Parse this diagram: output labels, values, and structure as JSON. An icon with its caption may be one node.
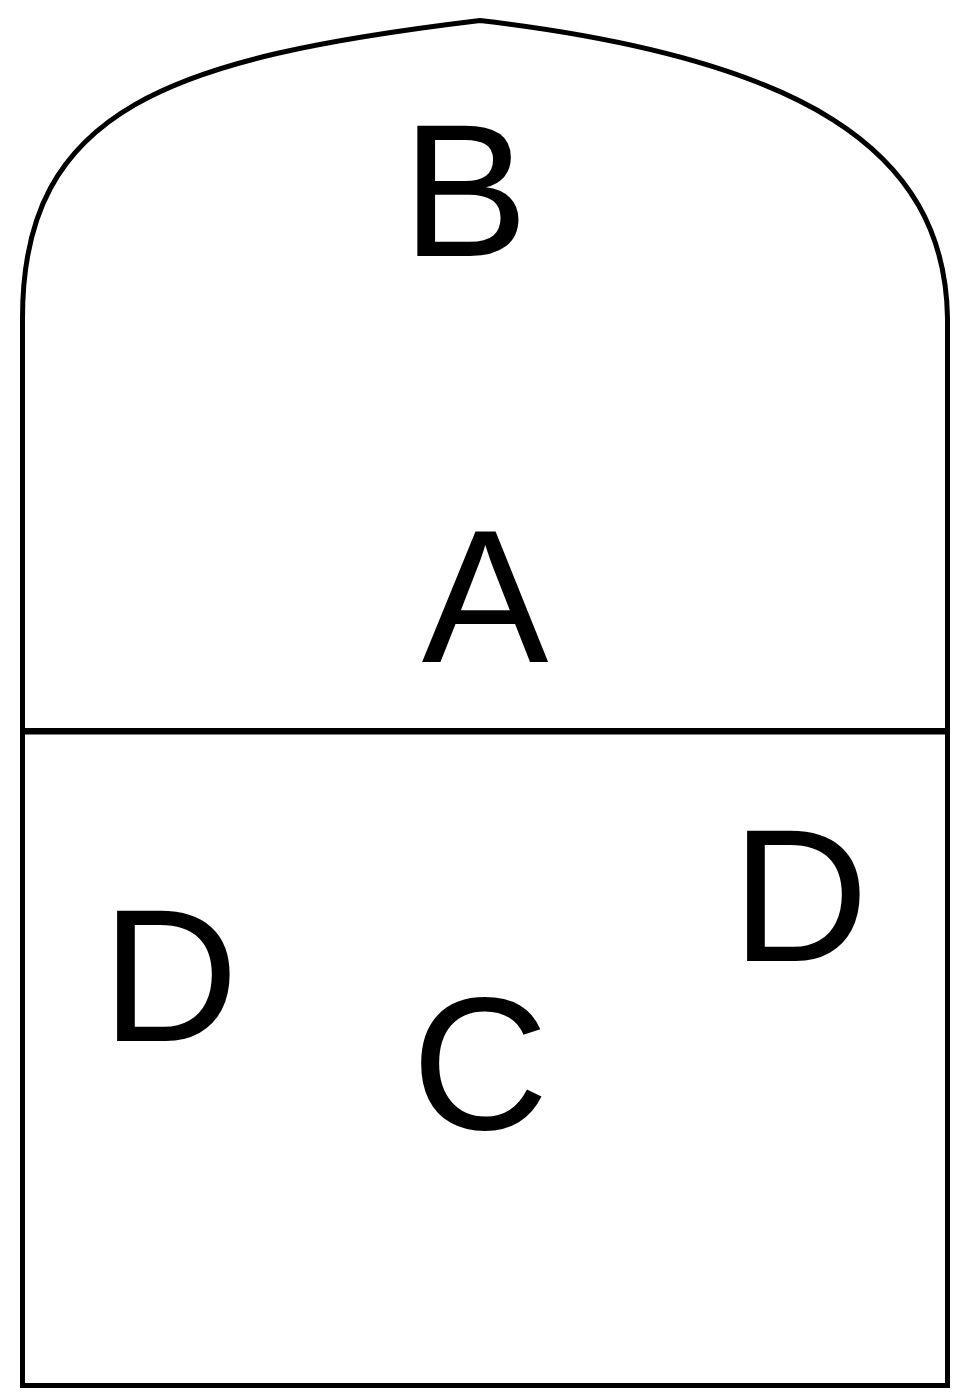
{
  "diagram": {
    "nodes": [
      {
        "text": [
          "B",
          "A"
        ]
      },
      {
        "text": [
          "D",
          "C",
          "D"
        ]
      }
    ]
  }
}
